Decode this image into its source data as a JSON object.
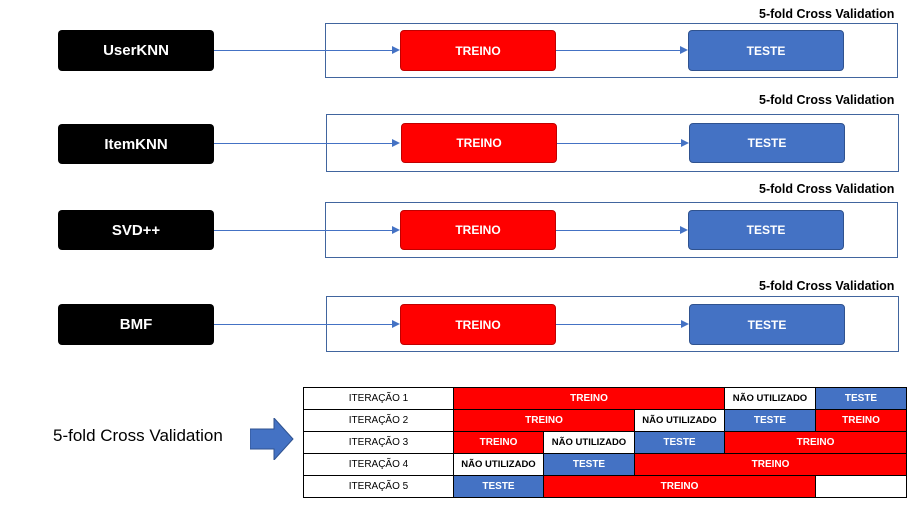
{
  "pipeline": {
    "caption": "5-fold  Cross Validation",
    "train_label": "TREINO",
    "test_label": "TESTE",
    "models": [
      "UserKNN",
      "ItemKNN",
      "SVD++",
      "BMF"
    ]
  },
  "iterations": {
    "side_label": "5-fold Cross Validation",
    "rows": [
      {
        "label": "ITERAÇÃO 1",
        "segments": [
          {
            "type": "treino",
            "text": "TREINO",
            "span": 3
          },
          {
            "type": "nao",
            "text": "NÃO UTILIZADO",
            "span": 1
          },
          {
            "type": "teste",
            "text": "TESTE",
            "span": 1
          }
        ]
      },
      {
        "label": "ITERAÇÃO 2",
        "segments": [
          {
            "type": "treino",
            "text": "TREINO",
            "span": 2
          },
          {
            "type": "nao",
            "text": "NÃO UTILIZADO",
            "span": 1
          },
          {
            "type": "teste",
            "text": "TESTE",
            "span": 1
          },
          {
            "type": "treino",
            "text": "TREINO",
            "span": 1
          }
        ]
      },
      {
        "label": "ITERAÇÃO 3",
        "segments": [
          {
            "type": "treino",
            "text": "TREINO",
            "span": 1
          },
          {
            "type": "nao",
            "text": "NÃO UTILIZADO",
            "span": 1
          },
          {
            "type": "teste",
            "text": "TESTE",
            "span": 1
          },
          {
            "type": "treino",
            "text": "TREINO",
            "span": 2
          }
        ]
      },
      {
        "label": "ITERAÇÃO 4",
        "segments": [
          {
            "type": "nao",
            "text": "NÃO UTILIZADO",
            "span": 1
          },
          {
            "type": "teste",
            "text": "TESTE",
            "span": 1
          },
          {
            "type": "treino",
            "text": "TREINO",
            "span": 3
          }
        ]
      },
      {
        "label": "ITERAÇÃO 5",
        "segments": [
          {
            "type": "teste",
            "text": "TESTE",
            "span": 1
          },
          {
            "type": "treino",
            "text": "TREINO",
            "span": 3
          },
          {
            "type": "empty",
            "text": "",
            "span": 1
          }
        ]
      }
    ]
  },
  "colors": {
    "treino": "#ff0000",
    "teste": "#4472c4",
    "model_bg": "#000000",
    "arrow": "#4472c4"
  }
}
